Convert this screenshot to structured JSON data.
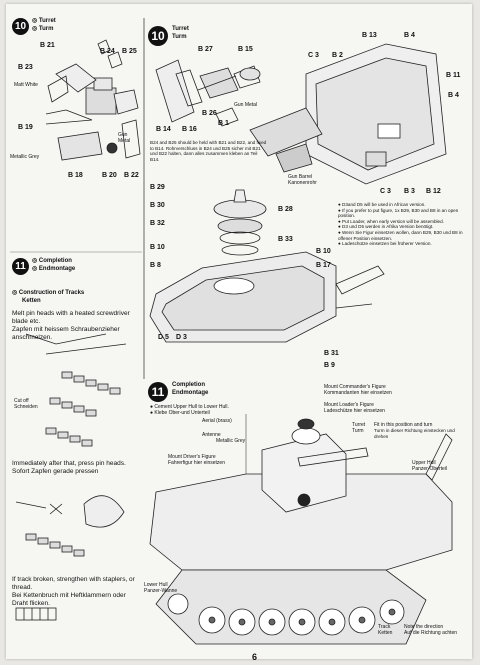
{
  "page_number": "6",
  "step10_left": {
    "number": "10",
    "title_jp": "◎ Turret",
    "title_de": "◎ Turm",
    "labels": {
      "b21": "B 21",
      "b24": "B 24",
      "b25": "B 25",
      "b23": "B 23",
      "matt_white": "Matt White",
      "b19": "B 19",
      "gun_metal": "Gun Metal",
      "metallic_grey": "Metallic Grey",
      "b18": "B 18",
      "b20": "B 20",
      "b22": "B 22"
    }
  },
  "step10_right": {
    "number": "10",
    "title_en": "Turret",
    "title_de": "Turm",
    "labels": {
      "b27": "B 27",
      "b15": "B 15",
      "b14": "B 14",
      "b16": "B 16",
      "b26": "B 26",
      "b1": "B 1",
      "gun_metal": "Gun Metal",
      "c3": "C 3",
      "b2": "B 2",
      "b13": "B 13",
      "b4": "B 4",
      "b11": "B 11",
      "b4b": "B 4",
      "gun_barrel": "Gun Barrel",
      "kanonenrohr": "Kanonenrohr",
      "c3b": "C 3",
      "b3": "B 3",
      "b12": "B 12"
    },
    "note": "B24 and B25 should be held with B21 and B22, and fixed to B14. Rohrverschluss in B24 und B25 sicher mit B21 und B22 halten, dann alles zusammen kleben an Teil B14."
  },
  "step11_left": {
    "number": "11",
    "title_jp": "◎ Completion",
    "title_de": "◎ Endmontage",
    "tracks_title": "◎ Construction of Tracks",
    "tracks_de": "Ketten",
    "text1_en": "Melt pin heads with a heated screwdriver blade etc.",
    "text1_de": "Zapfen mit heissem Schraubenzieher anschmelzen.",
    "cut_off": "Cut off",
    "schneiden": "Schneiden",
    "text2_en": "Immediately after that, press pin heads.",
    "text2_de": "Sofort Zapfen gerade pressen",
    "text3_en": "If track broken, strengthen with staplers, or thread.",
    "text3_de": "Bei Kettenbruch mit Heftklammern oder Draht flicken."
  },
  "middle": {
    "labels": {
      "b29": "B 29",
      "b30": "B 30",
      "b28": "B 28",
      "b32": "B 32",
      "b33": "B 33",
      "b10": "B 10",
      "b10b": "B 10",
      "b8": "B 8",
      "b17": "B 17",
      "d5": "D 5",
      "d3": "D 3",
      "b31": "B 31",
      "b9": "B 9"
    },
    "notes": [
      "● D3and D5 will be used in African version.",
      "● If you prefer to put figure, 1x B29, B30 and B8 in an open position.",
      "● Put Loader, when early version will be assembled.",
      "● D3 und D5 werden in Afrika Version benötigt.",
      "● Wenn Sie Figur einsetzen wollen, dann B29, B30 und B8 in offener Position einsetzen.",
      "● Ladeschütze einsetzen bei früherer Version."
    ]
  },
  "step11_bottom": {
    "number": "11",
    "title_en": "Completion",
    "title_de": "Endmontage",
    "cement_en": "● Cement Upper Hull to Lower Hull.",
    "cement_de": "● Klebe Ober-und Unterteil",
    "aerial": "Aerial (brass)",
    "antenne": "Antenne",
    "metallic_grey": "Metallic Grey",
    "commander_en": "Mount Commander's Figure",
    "commander_de": "Kommandanten hier einsetzen",
    "loader_en": "Mount Loader's Figure",
    "loader_de": "Ladeschütze hier einsetzen",
    "turret": "Turret",
    "turm": "Turm",
    "turn_en": "Fit in this position and turn",
    "turn_de": "Turm in dieser Richtung einstecken und drehen",
    "driver_en": "Mount Driver's Figure",
    "driver_de": "Fahrerfigur hier einsetzen",
    "upper_hull": "Upper Hull",
    "upper_hull_de": "Panzer-Oberteil",
    "lower_hull": "Lower Hull",
    "lower_hull_de": "Panzer-Wanne",
    "track": "Track",
    "ketten": "Ketten",
    "direction_en": "Note the direction",
    "direction_de": "Auf die Richtung achten"
  }
}
